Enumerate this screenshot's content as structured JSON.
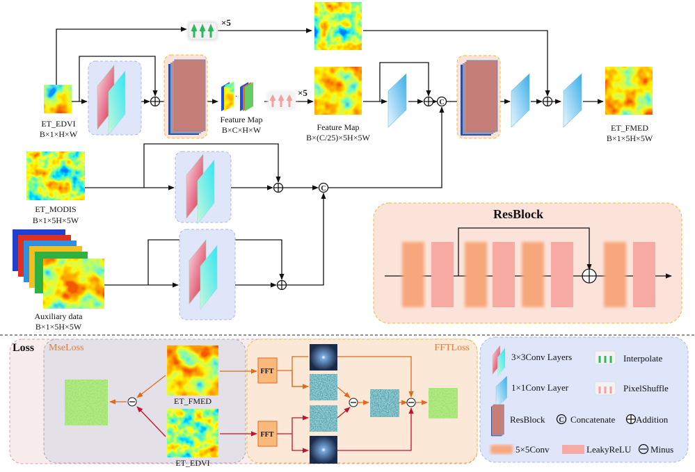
{
  "labels": {
    "et_edvi": "ET_EDVI",
    "et_edvi_shape": "B×1×H×W",
    "feature_map_1": "Feature Map",
    "feature_map_1_shape": "B×C×H×W",
    "feature_map_2": "Feature Map",
    "feature_map_2_shape": "B×(C/25)×5H×5W",
    "et_fmed": "ET_FMED",
    "et_fmed_shape": "B×1×5H×5W",
    "et_modis": "ET_MODIS",
    "et_modis_shape": "B×1×5H×5W",
    "aux": "Auxiliary data",
    "aux_shape": "B×1×5H×5W",
    "times5_a": "×5",
    "times5_b": "×5",
    "concat_symbol": "C"
  },
  "resblock_panel": {
    "title": "ResBlock"
  },
  "loss": {
    "title": "Loss",
    "mse_title": "MseLoss",
    "fft_title": "FFTLoss",
    "et_fmed": "ET_FMED",
    "et_edvi": "ET_EDVI",
    "fft_1": "FFT",
    "fft_2": "FFT"
  },
  "legend": {
    "conv3": "3×3Conv Layers",
    "interpolate": "Interpolate",
    "conv1": "1×1Conv Layer",
    "pixelshuffle": "PixelShuffle",
    "resblock": "ResBlock",
    "concatenate": "Concatenate",
    "addition": "Addition",
    "conv5": "5×5Conv",
    "leakyrelu": "LeakyReLU",
    "minus": "Minus"
  },
  "colors": {
    "conv_box": "#dfe6fa",
    "resblock_box": "#fbe3da",
    "resblock_border": "#f5b82e",
    "conv5": "#f7a77c",
    "leakyrelu": "#f7a9a4",
    "mse_panel": "#e3e0e8",
    "fft_panel": "#fce8d6",
    "arrow_orange": "#e06a1a",
    "arrow_red": "#c8102e"
  }
}
